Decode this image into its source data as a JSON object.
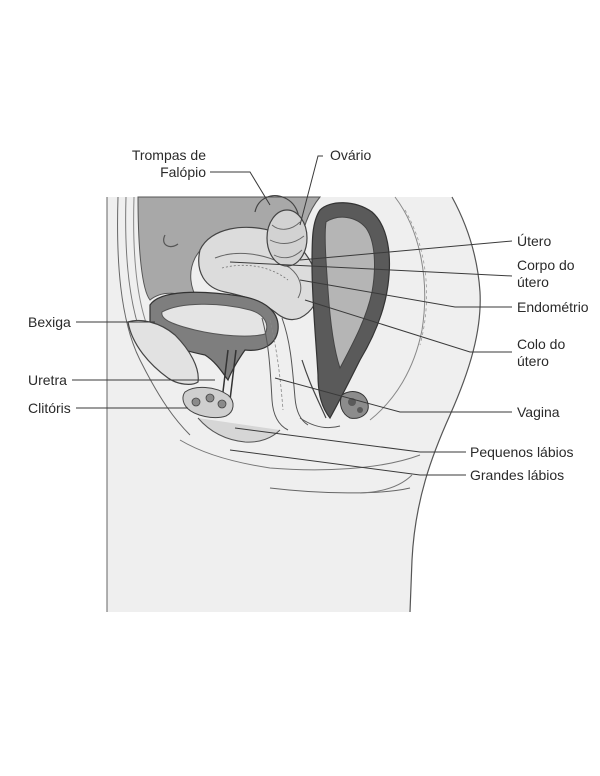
{
  "labels": {
    "trompas_line1": "Trompas de",
    "trompas_line2": "Falópio",
    "ovario": "Ovário",
    "utero": "Útero",
    "corpo_line1": "Corpo do",
    "corpo_line2": "útero",
    "endometrio": "Endométrio",
    "colo_line1": "Colo do",
    "colo_line2": "útero",
    "vagina": "Vagina",
    "pequenos_labios": "Pequenos lábios",
    "grandes_labios": "Grandes lábios",
    "bexiga": "Bexiga",
    "uretra": "Uretra",
    "clitoris": "Clitóris"
  },
  "colors": {
    "background": "#ffffff",
    "body_fill": "#eeeeee",
    "organ_fill": "#d8d8d8",
    "dark_fill": "#7a7a7a",
    "line": "#3a3a3a"
  }
}
